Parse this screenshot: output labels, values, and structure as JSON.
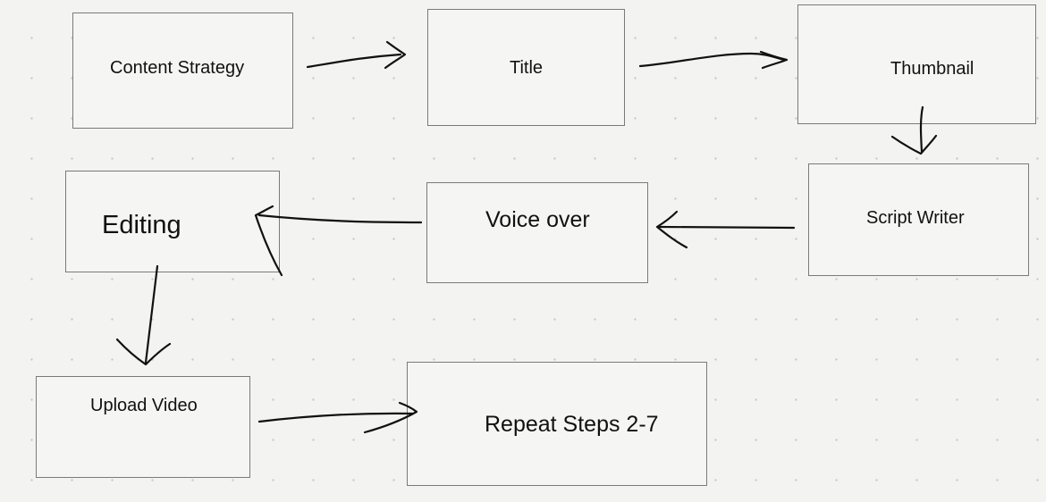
{
  "diagram": {
    "nodes": [
      {
        "id": "content-strategy",
        "label": "Content Strategy"
      },
      {
        "id": "title",
        "label": "Title"
      },
      {
        "id": "thumbnail",
        "label": "Thumbnail"
      },
      {
        "id": "script-writer",
        "label": "Script Writer"
      },
      {
        "id": "voice-over",
        "label": "Voice over"
      },
      {
        "id": "editing",
        "label": "Editing"
      },
      {
        "id": "upload-video",
        "label": "Upload Video"
      },
      {
        "id": "repeat-steps",
        "label": "Repeat Steps 2-7"
      }
    ],
    "edges": [
      {
        "from": "content-strategy",
        "to": "title"
      },
      {
        "from": "title",
        "to": "thumbnail"
      },
      {
        "from": "thumbnail",
        "to": "script-writer"
      },
      {
        "from": "script-writer",
        "to": "voice-over"
      },
      {
        "from": "voice-over",
        "to": "editing"
      },
      {
        "from": "editing",
        "to": "upload-video"
      },
      {
        "from": "upload-video",
        "to": "repeat-steps"
      }
    ]
  }
}
